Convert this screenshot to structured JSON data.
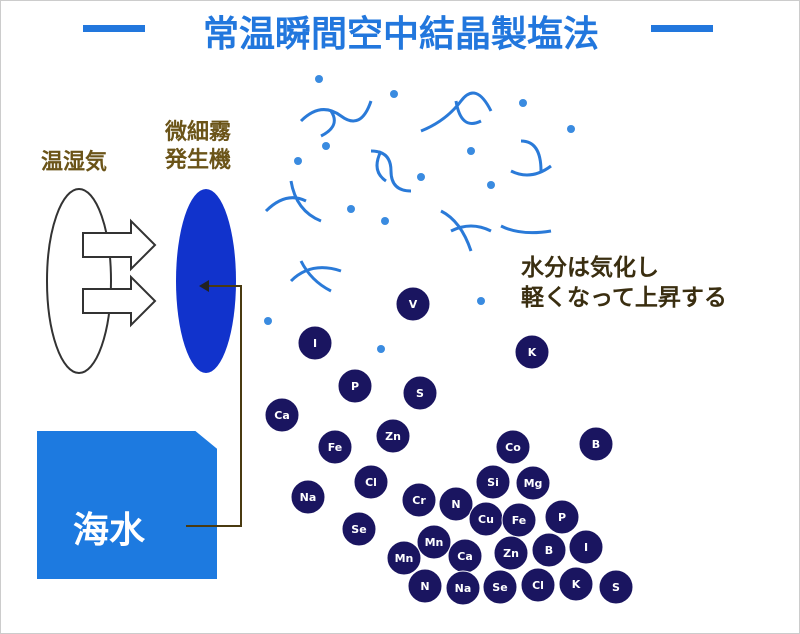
{
  "title": "常温瞬間空中結晶製塩法",
  "labels": {
    "warm_air": "温湿気",
    "mist_line1": "微細霧",
    "mist_line2": "発生機",
    "seawater": "海水",
    "note_line1": "水分は気化し",
    "note_line2": "軽くなって上昇する"
  },
  "elements": [
    "V",
    "I",
    "K",
    "P",
    "S",
    "Ca",
    "Fe",
    "Zn",
    "Co",
    "B",
    "Cl",
    "Na",
    "Si",
    "Mg",
    "Cr",
    "N",
    "Cu",
    "Fe",
    "P",
    "Se",
    "Mn",
    "Mn",
    "Ca",
    "Zn",
    "B",
    "I",
    "N",
    "Na",
    "Se",
    "Cl",
    "K",
    "S"
  ],
  "colors": {
    "title": "#2277dd",
    "ball": "#1a1560",
    "generator": "#1133cc",
    "sea": "#1d7ae0"
  }
}
